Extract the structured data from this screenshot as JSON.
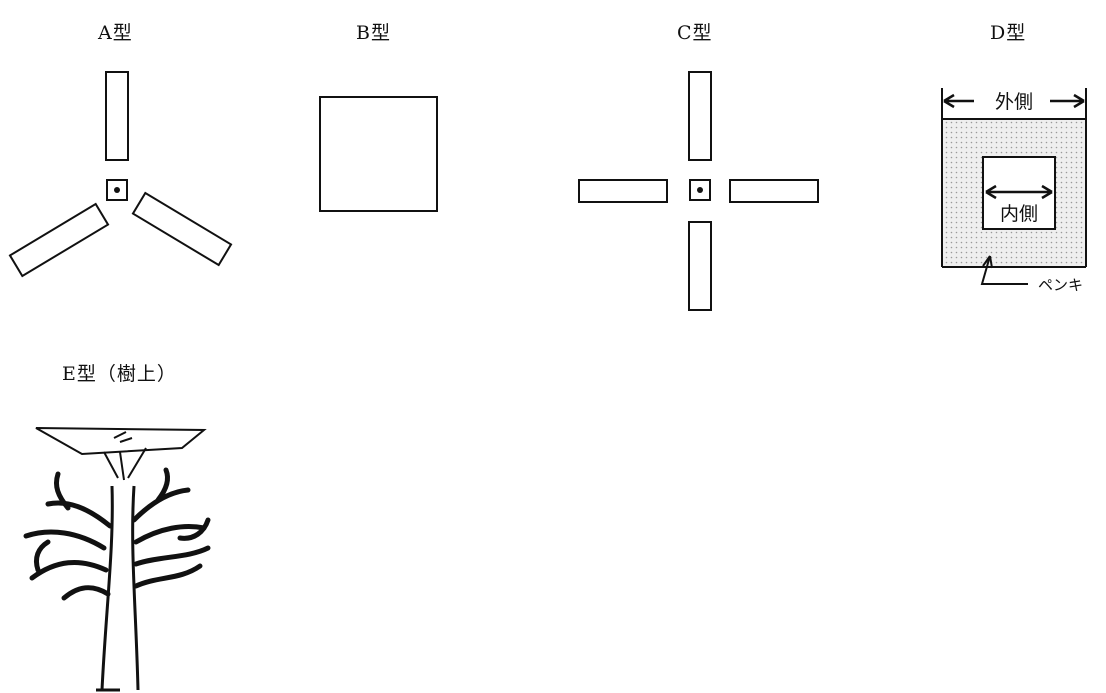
{
  "labels": {
    "a": "A型",
    "b": "B型",
    "c": "C型",
    "d": "D型",
    "e": "E型（樹上）"
  },
  "d_figure": {
    "outer_label": "外側",
    "inner_label": "内側",
    "paint_label": "ペンキ"
  },
  "colors": {
    "line": "#111111",
    "paint_fill": "#dcdcdc"
  }
}
